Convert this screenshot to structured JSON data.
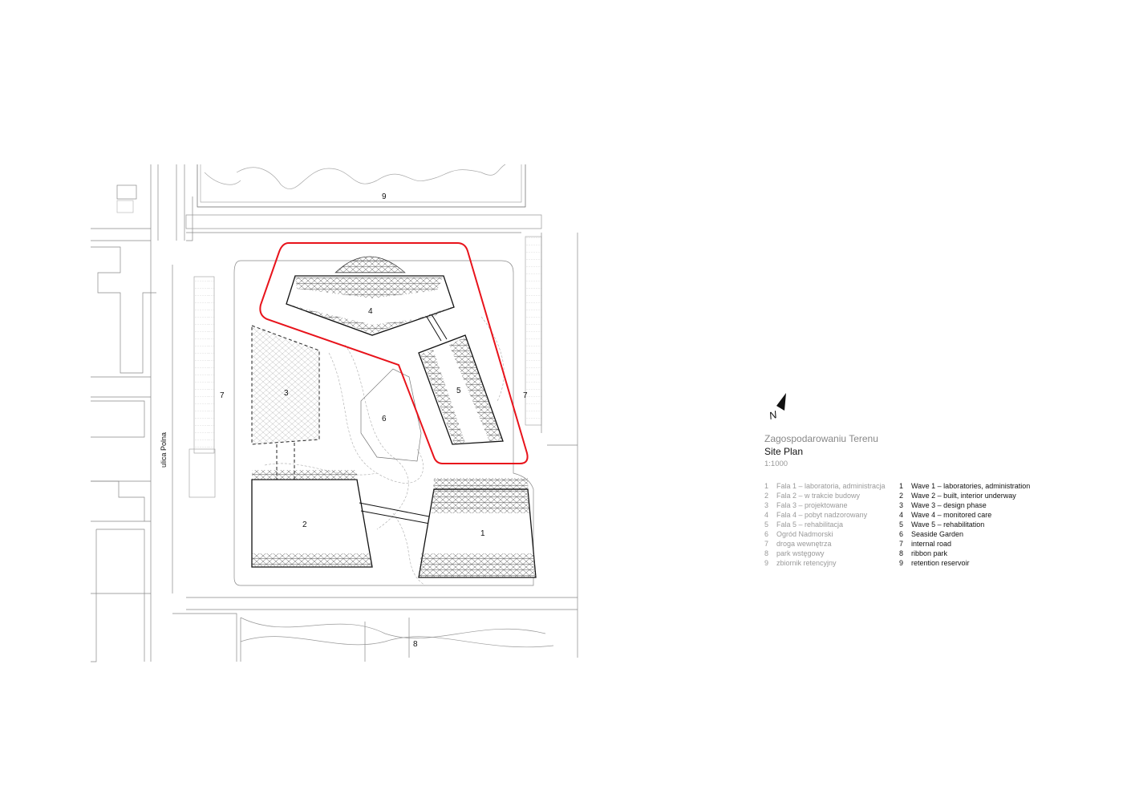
{
  "plan": {
    "labels": {
      "b1": "1",
      "b2": "2",
      "b3": "3",
      "b4": "4",
      "b5": "5",
      "garden": "6",
      "road_left": "7",
      "road_right": "7",
      "park": "8",
      "reservoir": "9"
    },
    "street": "ulica Polna",
    "boundary_color": "#e8131b"
  },
  "north_arrow": {
    "letter": "N"
  },
  "legend": {
    "title_pl": "Zagospodarowaniu Terenu",
    "title_en": "Site Plan",
    "scale": "1:1000",
    "items_pl": [
      {
        "n": "1",
        "text": "Fala 1 – laboratoria, administracja"
      },
      {
        "n": "2",
        "text": "Fala 2 – w trakcie budowy"
      },
      {
        "n": "3",
        "text": "Fala 3 – projektowane"
      },
      {
        "n": "4",
        "text": "Fala 4 – pobyt nadzorowany"
      },
      {
        "n": "5",
        "text": "Fala 5 – rehabilitacja"
      },
      {
        "n": "6",
        "text": "Ogród Nadmorski"
      },
      {
        "n": "7",
        "text": "droga wewnętrza"
      },
      {
        "n": "8",
        "text": "park wstęgowy"
      },
      {
        "n": "9",
        "text": "zbiornik retencyjny"
      }
    ],
    "items_en": [
      {
        "n": "1",
        "text": "Wave 1 –  laboratories, administration"
      },
      {
        "n": "2",
        "text": "Wave 2 – built, interior underway"
      },
      {
        "n": "3",
        "text": "Wave 3 – design phase"
      },
      {
        "n": "4",
        "text": "Wave 4 – monitored care"
      },
      {
        "n": "5",
        "text": "Wave 5 – rehabilitation"
      },
      {
        "n": "6",
        "text": "Seaside Garden"
      },
      {
        "n": "7",
        "text": "internal road"
      },
      {
        "n": "8",
        "text": "ribbon park"
      },
      {
        "n": "9",
        "text": "retention reservoir"
      }
    ]
  }
}
